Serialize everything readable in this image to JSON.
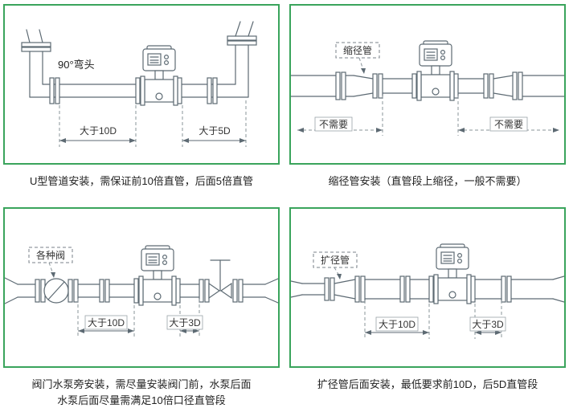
{
  "colors": {
    "panel_border": "#3aa45c",
    "drawing_line": "#5d6a73",
    "caption_text": "#222222"
  },
  "panels": [
    {
      "name": "u-pipe-installation",
      "caption": "U型管道安装，需保证前10倍直管，后面5倍直管",
      "labels": {
        "elbow": "90°弯头",
        "dim_left": "大于10D",
        "dim_right": "大于5D"
      }
    },
    {
      "name": "reducer-installation",
      "caption": "缩径管安装（直管段上缩径，一般不需要）",
      "labels": {
        "part": "缩径管",
        "dim_left": "不需要",
        "dim_right": "不需要"
      }
    },
    {
      "name": "valve-pump-installation",
      "caption_line1": "阀门水泵旁安装，需尽量安装阀门前，水泵后面",
      "caption_line2": "水泵后面尽量需满足10倍口径直管段",
      "labels": {
        "part": "各种阀",
        "dim_left": "大于10D",
        "dim_right": "大于3D"
      }
    },
    {
      "name": "expander-installation",
      "caption": "扩径管后面安装，最低要求前10D，后5D直管段",
      "labels": {
        "part": "扩径管",
        "dim_left": "大于10D",
        "dim_right": "大于3D"
      }
    }
  ]
}
